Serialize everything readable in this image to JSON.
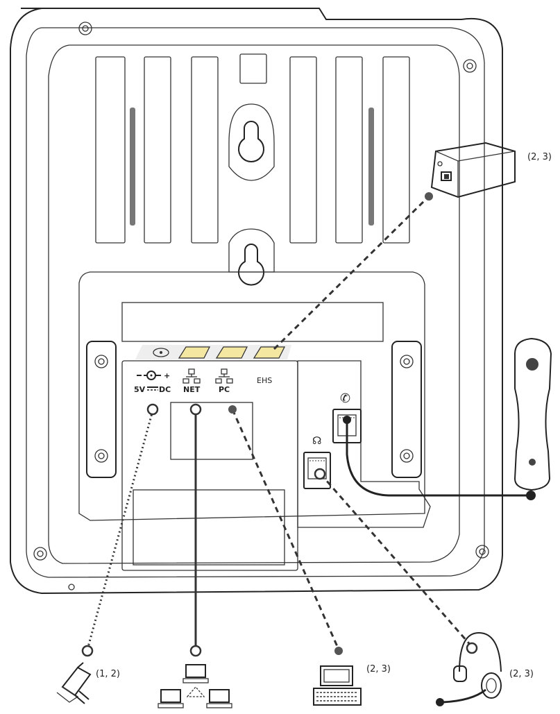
{
  "ports": {
    "power_label": "5V",
    "power_label_dc": "DC",
    "net_label": "NET",
    "pc_label": "PC",
    "ehs_label": "EHS"
  },
  "callouts": {
    "ehs_adapter": "(2, 3)",
    "power_adapter": "(1, 2)",
    "pc": "(2, 3)",
    "headset": "(2, 3)"
  },
  "icons": {
    "ehs_adapter": "ehs-adapter-icon",
    "handset": "handset-icon",
    "power_adapter": "power-adapter-icon",
    "network": "network-icon",
    "computer": "computer-icon",
    "headset": "headset-icon"
  },
  "colors": {
    "line": "#222222",
    "port_highlight": "#f4e7a1"
  }
}
